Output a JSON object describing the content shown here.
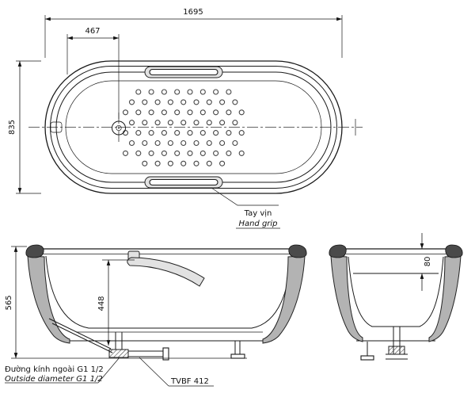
{
  "drawing": {
    "dims": {
      "overall_length": "1695",
      "drain_offset": "467",
      "overall_width": "835",
      "overall_height": "565",
      "inner_depth": "448",
      "rim_drop": "80"
    },
    "labels": {
      "hand_grip_vi": "Tay vịn",
      "hand_grip_en": "Hand grip",
      "outlet_vi": "Đường kính ngoài G1 1/2",
      "outlet_en": "Outside diameter G1 1/2",
      "model": "TVBF 412"
    }
  }
}
